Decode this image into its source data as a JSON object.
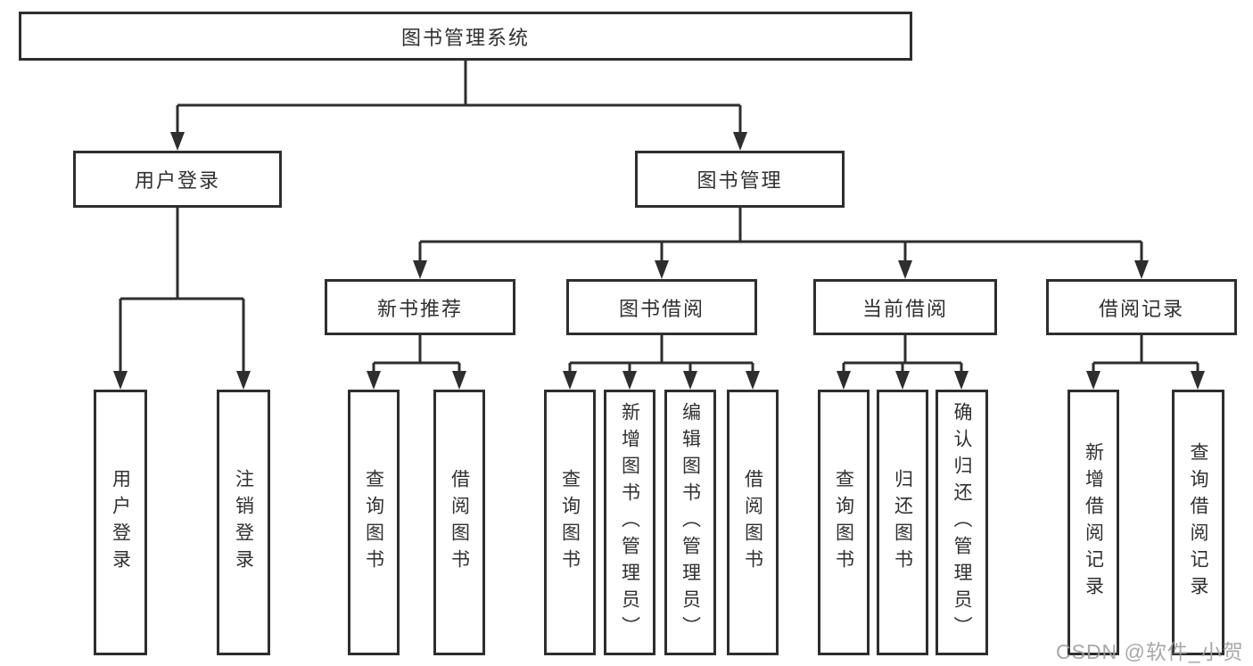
{
  "diagram": {
    "root": {
      "label": "图书管理系统"
    },
    "level2": [
      {
        "label": "用户登录"
      },
      {
        "label": "图书管理"
      }
    ],
    "level3": [
      {
        "label": "新书推荐"
      },
      {
        "label": "图书借阅"
      },
      {
        "label": "当前借阅"
      },
      {
        "label": "借阅记录"
      }
    ],
    "leaves": {
      "login": [
        {
          "label": "用户登录"
        },
        {
          "label": "注销登录"
        }
      ],
      "recommend": [
        {
          "label": "查询图书"
        },
        {
          "label": "借阅图书"
        }
      ],
      "borrow": [
        {
          "label": "查询图书"
        },
        {
          "label": "新增图书（管理员）"
        },
        {
          "label": "编辑图书（管理员）"
        },
        {
          "label": "借阅图书"
        }
      ],
      "current": [
        {
          "label": "查询图书"
        },
        {
          "label": "归还图书"
        },
        {
          "label": "确认归还（管理员）"
        }
      ],
      "records": [
        {
          "label": "新增借阅记录"
        },
        {
          "label": "查询借阅记录"
        }
      ]
    }
  },
  "watermark": {
    "text": "CSDN @软件_小贺同学"
  },
  "colors": {
    "line": "#2e2e2e",
    "text": "#303030",
    "watermark": "#9f9f9f",
    "background": "#ffffff"
  }
}
